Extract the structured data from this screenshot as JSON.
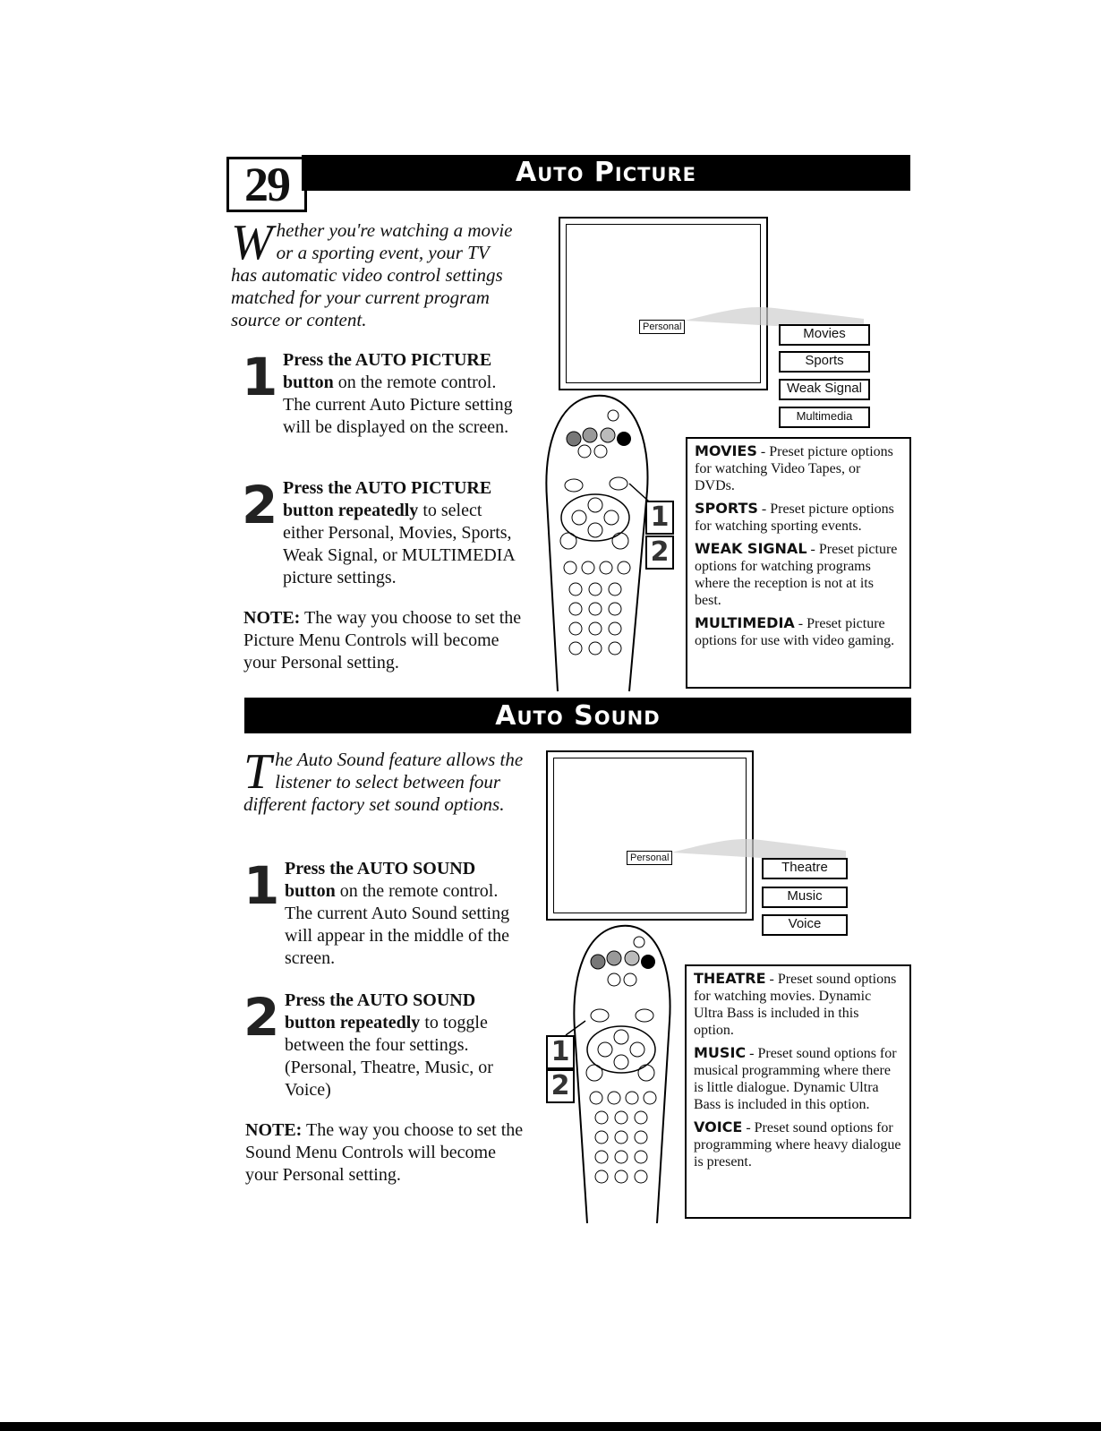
{
  "page_number": "29",
  "picture": {
    "heading": "Auto Picture",
    "intro_dropcap": "W",
    "intro_text": "hether you're watching a movie or a sporting event, your TV has automatic video control settings matched for your current program source or content.",
    "step1_num": "1",
    "step1_bold": "Press the AUTO PICTURE button",
    "step1_text": " on the remote control. The current Auto Picture setting will be displayed on the screen.",
    "step2_num": "2",
    "step2_bold": "Press the AUTO PICTURE button repeatedly",
    "step2_text": " to select either Personal, Movies, Sports, Weak Signal, or MULTIMEDIA picture settings.",
    "note_label": "NOTE:",
    "note_text": " The way you choose to set the Picture Menu Controls will become your Personal setting.",
    "screen_current": "Personal",
    "options": [
      "Movies",
      "Sports",
      "Weak Signal",
      "Multimedia"
    ],
    "callouts": [
      "1",
      "2"
    ],
    "descriptions": [
      {
        "term": "MOVIES",
        "text": " - Preset picture options for watching Video Tapes, or DVDs."
      },
      {
        "term": "SPORTS",
        "text": " - Preset picture options for watching sporting events."
      },
      {
        "term": "WEAK SIGNAL",
        "text": " - Preset picture options for watching programs where the reception is not at its best."
      },
      {
        "term": "MULTIMEDIA",
        "text": " - Preset picture options for use with video gaming."
      }
    ]
  },
  "sound": {
    "heading": "Auto Sound",
    "intro_dropcap": "T",
    "intro_text": "he Auto Sound feature allows the listener to select between four different factory set sound options.",
    "step1_num": "1",
    "step1_bold": "Press the AUTO SOUND button",
    "step1_text": " on the remote control. The current Auto Sound setting will appear in the middle of the screen.",
    "step2_num": "2",
    "step2_bold": "Press the AUTO SOUND button repeatedly",
    "step2_text": " to toggle between the four settings. (Personal, Theatre, Music, or Voice)",
    "note_label": "NOTE:",
    "note_text": " The way you choose to set the Sound Menu Controls will become your Personal setting.",
    "screen_current": "Personal",
    "options": [
      "Theatre",
      "Music",
      "Voice"
    ],
    "callouts": [
      "1",
      "2"
    ],
    "descriptions": [
      {
        "term": "THEATRE",
        "text": " - Preset sound options for watching movies. Dynamic Ultra Bass is included in this option."
      },
      {
        "term": "MUSIC",
        "text": " - Preset sound options for musical programming where there is little dialogue. Dynamic Ultra Bass is included in this option."
      },
      {
        "term": "VOICE",
        "text": " - Preset sound options for programming where heavy dialogue is present."
      }
    ]
  }
}
